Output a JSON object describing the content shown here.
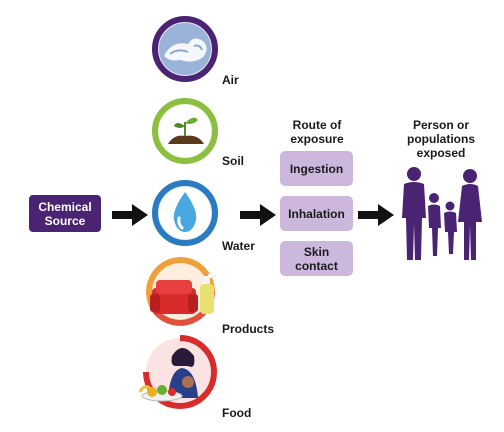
{
  "source": {
    "label": "Chemical\nSource"
  },
  "media": [
    {
      "label": "Air",
      "icon": "air-wind-icon"
    },
    {
      "label": "Soil",
      "icon": "seedling-soil-icon"
    },
    {
      "label": "Water",
      "icon": "water-drop-icon"
    },
    {
      "label": "Products",
      "icon": "sofa-spray-bottle-icon"
    },
    {
      "label": "Food",
      "icon": "mother-child-food-icon"
    }
  ],
  "route": {
    "title": "Route of\nexposure",
    "items": [
      "Ingestion",
      "Inhalation",
      "Skin\ncontact"
    ]
  },
  "exposed": {
    "title": "Person or\npopulations\nexposed",
    "icon": "family-silhouette-icon"
  },
  "colors": {
    "source_bg": "#4a2373",
    "route_box": "#cdb8dd",
    "silhouette": "#4a2373",
    "arrow": "#111111"
  }
}
